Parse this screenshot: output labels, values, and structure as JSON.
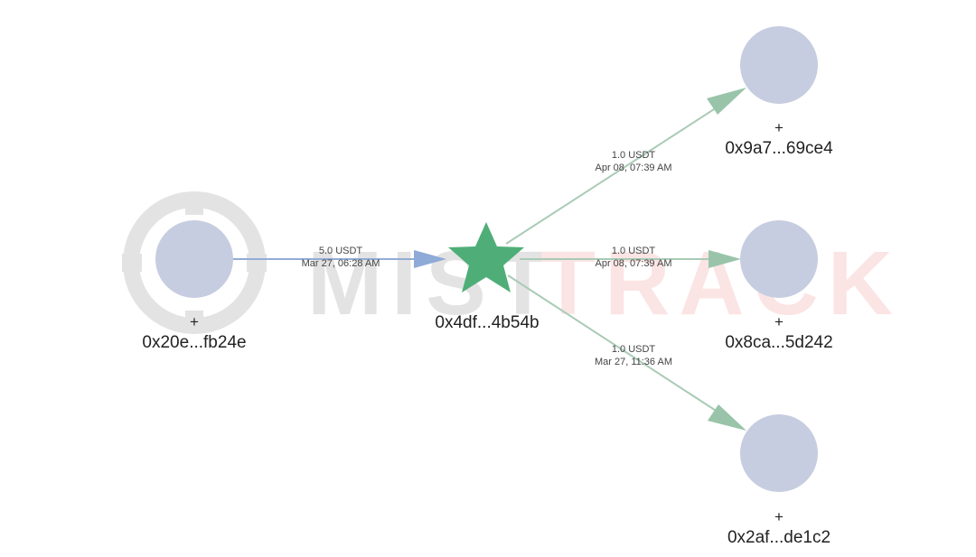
{
  "watermark": {
    "text_left": "MIST",
    "text_right": "TRACK",
    "color_left": "#e3e3e3",
    "color_right": "#fbe4e4",
    "icon": "crosshair-logo-icon"
  },
  "colors": {
    "node_fill": "#c7cde0",
    "center_node": "#4fae77",
    "edge_in": "#93acd6",
    "edge_out": "#a9cbb6",
    "arrow_in": "#8eaad7",
    "arrow_out": "#99c4a9"
  },
  "nodes": [
    {
      "id": "src",
      "label": "0x20e...fb24e",
      "plus": "+",
      "shape": "circle"
    },
    {
      "id": "center",
      "label": "0x4df...4b54b",
      "shape": "star"
    },
    {
      "id": "t1",
      "label": "0x9a7...69ce4",
      "plus": "+",
      "shape": "circle"
    },
    {
      "id": "t2",
      "label": "0x8ca...5d242",
      "plus": "+",
      "shape": "circle"
    },
    {
      "id": "t3",
      "label": "0x2af...de1c2",
      "plus": "+",
      "shape": "circle"
    }
  ],
  "edges": [
    {
      "from": "src",
      "to": "center",
      "amount": "5.0 USDT",
      "time": "Mar 27, 06:28 AM"
    },
    {
      "from": "center",
      "to": "t1",
      "amount": "1.0 USDT",
      "time": "Apr 08, 07:39 AM"
    },
    {
      "from": "center",
      "to": "t2",
      "amount": "1.0 USDT",
      "time": "Apr 08, 07:39 AM"
    },
    {
      "from": "center",
      "to": "t3",
      "amount": "1.0 USDT",
      "time": "Mar 27, 11:36 AM"
    }
  ]
}
